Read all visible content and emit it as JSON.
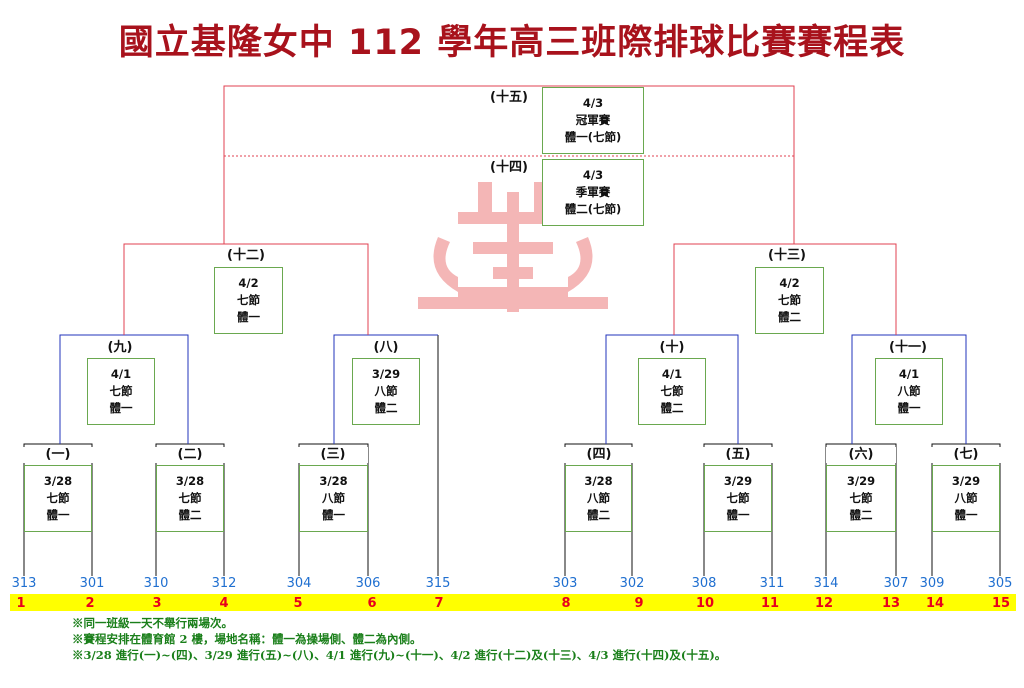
{
  "title": "國立基隆女中 112 學年高三班際排球比賽賽程表",
  "colors": {
    "title": "#a8121c",
    "red_line": "#e04050",
    "blue_line": "#2233bb",
    "box_border": "#6aa84f",
    "class_text": "#1f6fd0",
    "seed_text": "#e8001c",
    "seed_bar": "#ffff00",
    "note_text": "#1a7f1a",
    "watermark": "#f4b6b6"
  },
  "watermark_icon": "school-emblem-icon",
  "matches": [
    {
      "label": "(一)",
      "date": "3/28",
      "period": "七節",
      "venue": "體一"
    },
    {
      "label": "(二)",
      "date": "3/28",
      "period": "七節",
      "venue": "體二"
    },
    {
      "label": "(三)",
      "date": "3/28",
      "period": "八節",
      "venue": "體一"
    },
    {
      "label": "(四)",
      "date": "3/28",
      "period": "八節",
      "venue": "體二"
    },
    {
      "label": "(五)",
      "date": "3/29",
      "period": "七節",
      "venue": "體一"
    },
    {
      "label": "(六)",
      "date": "3/29",
      "period": "七節",
      "venue": "體二"
    },
    {
      "label": "(七)",
      "date": "3/29",
      "period": "八節",
      "venue": "體一"
    },
    {
      "label": "(八)",
      "date": "3/29",
      "period": "八節",
      "venue": "體二"
    },
    {
      "label": "(九)",
      "date": "4/1",
      "period": "七節",
      "venue": "體一"
    },
    {
      "label": "(十)",
      "date": "4/1",
      "period": "七節",
      "venue": "體二"
    },
    {
      "label": "(十一)",
      "date": "4/1",
      "period": "八節",
      "venue": "體一"
    },
    {
      "label": "(十二)",
      "date": "4/2",
      "period": "七節",
      "venue": "體一"
    },
    {
      "label": "(十三)",
      "date": "4/2",
      "period": "七節",
      "venue": "體二"
    },
    {
      "label": "(十四)",
      "date": "4/3",
      "period": "季軍賽",
      "venue": "體二(七節)"
    },
    {
      "label": "(十五)",
      "date": "4/3",
      "period": "冠軍賽",
      "venue": "體一(七節)"
    }
  ],
  "teams": [
    {
      "class": "313",
      "seed": "1"
    },
    {
      "class": "301",
      "seed": "2"
    },
    {
      "class": "310",
      "seed": "3"
    },
    {
      "class": "312",
      "seed": "4"
    },
    {
      "class": "304",
      "seed": "5"
    },
    {
      "class": "306",
      "seed": "6"
    },
    {
      "class": "315",
      "seed": "7"
    },
    {
      "class": "303",
      "seed": "8"
    },
    {
      "class": "302",
      "seed": "9"
    },
    {
      "class": "308",
      "seed": "10"
    },
    {
      "class": "311",
      "seed": "11"
    },
    {
      "class": "314",
      "seed": "12"
    },
    {
      "class": "307",
      "seed": "13"
    },
    {
      "class": "309",
      "seed": "14"
    },
    {
      "class": "305",
      "seed": "15"
    }
  ],
  "notes": [
    "※同一班級一天不舉行兩場次。",
    "※賽程安排在體育館 2 樓，場地名稱：體一為操場側、體二為內側。",
    "※3/28 進行(一)~(四)、3/29 進行(五)~(八)、4/1 進行(九)~(十一)、4/2 進行(十二)及(十三)、4/3 進行(十四)及(十五)。"
  ]
}
